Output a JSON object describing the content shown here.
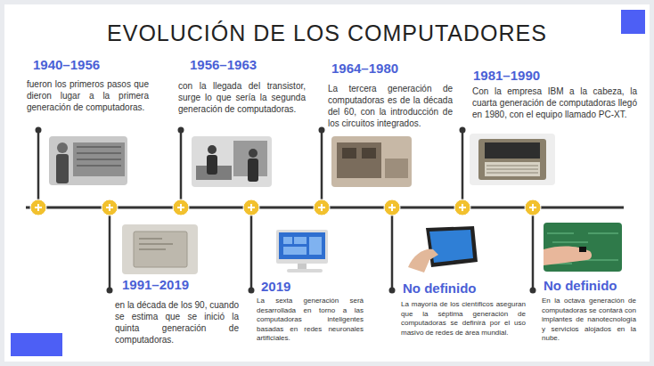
{
  "diagram": {
    "title": "EVOLUCIÓN DE LOS COMPUTADORES",
    "nodes": [
      {
        "text": [
          "1940–1956",
          "fueron los primeros pasos que dieron lugar a la primera generación de computadoras."
        ]
      },
      {
        "text": [
          "1956–1963",
          "con la llegada del transistor, surge lo que sería la segunda generación de computadoras."
        ]
      },
      {
        "text": [
          "1964–1980",
          "La tercera generación de computadoras es de la década del 60, con la introducción de los circuitos integrados."
        ]
      },
      {
        "text": [
          "1981–1990",
          "Con la empresa IBM a la cabeza, la cuarta generación de computadoras llegó en 1980, con el equipo llamado PC-XT."
        ]
      },
      {
        "text": [
          "1991–2019",
          "en la década de los 90, cuando se estima que se inició la quinta generación de computadoras."
        ]
      },
      {
        "text": [
          "2019",
          "La sexta generación será desarrollada en torno a las computadoras inteligentes basadas en redes neuronales artificiales."
        ]
      },
      {
        "text": [
          "No definido",
          "La mayoría de los científicos aseguran que la séptima generación de computadoras se definirá por el uso masivo de redes de área mundial."
        ]
      },
      {
        "text": [
          "No definido",
          "En la octava generación de computadoras se contará con implantes de nanotecnología y servicios alojados en la nube."
        ]
      }
    ]
  }
}
